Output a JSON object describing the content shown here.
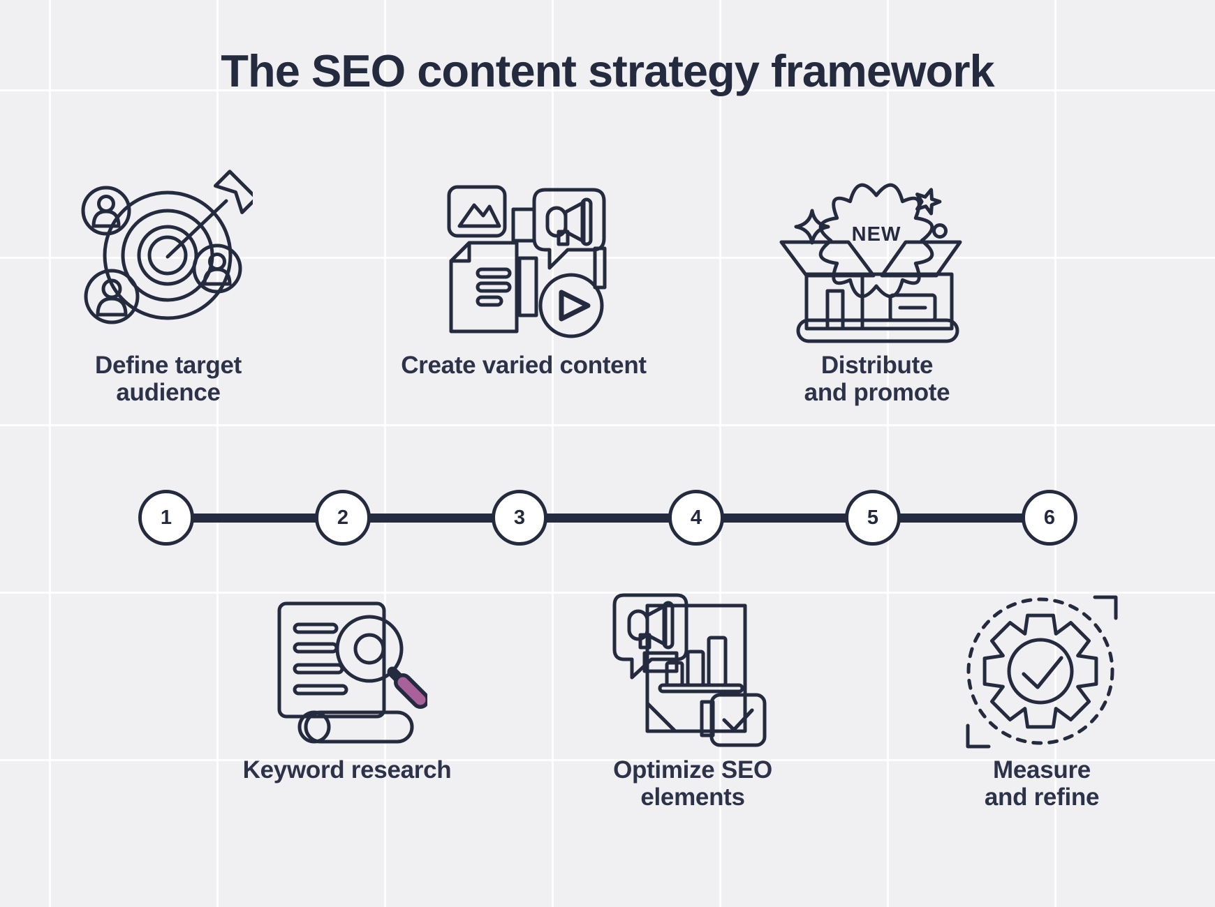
{
  "title": "The SEO content strategy framework",
  "colors": {
    "bg": "#f0eff2",
    "ink": "#242b3e",
    "green": "#8ead74",
    "purple": "#a9619a",
    "paper": "#ffffff",
    "text": "#2c3349"
  },
  "distribute_badge": {
    "new_label": "NEW"
  },
  "steps": [
    {
      "number": "1",
      "position": "top",
      "icon": "target-audience-icon",
      "line1": "Define target",
      "line2": "audience"
    },
    {
      "number": "2",
      "position": "bottom",
      "icon": "keyword-research-icon",
      "line1": "Keyword research",
      "line2": ""
    },
    {
      "number": "3",
      "position": "top",
      "icon": "varied-content-icon",
      "line1": "Create varied content",
      "line2": ""
    },
    {
      "number": "4",
      "position": "bottom",
      "icon": "optimize-seo-icon",
      "line1": "Optimize SEO",
      "line2": "elements"
    },
    {
      "number": "5",
      "position": "top",
      "icon": "distribute-promote-icon",
      "line1": "Distribute",
      "line2": "and promote"
    },
    {
      "number": "6",
      "position": "bottom",
      "icon": "measure-refine-icon",
      "line1": "Measure",
      "line2": "and refine"
    }
  ]
}
